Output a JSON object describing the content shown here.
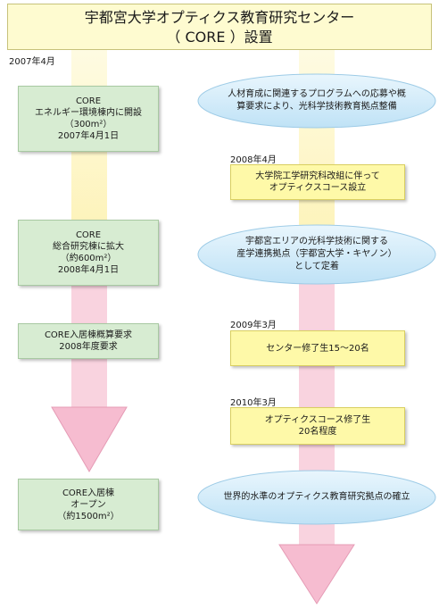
{
  "title": {
    "line1": "宇都宮大学オプティクス教育研究センター",
    "line2": "（ CORE ）設置"
  },
  "date_top": "2007年4月",
  "left": [
    {
      "lines": [
        "CORE",
        "エネルギー環境棟内に開設",
        "（300m²）",
        "2007年4月1日"
      ]
    },
    {
      "lines": [
        "CORE",
        "総合研究棟に拡大",
        "（約600m²）",
        "2008年4月1日"
      ]
    },
    {
      "lines": [
        "CORE入居棟概算要求",
        "2008年度要求"
      ]
    },
    {
      "lines": [
        "CORE入居棟",
        "オープン",
        "（約1500m²）"
      ]
    }
  ],
  "right": [
    {
      "lines": [
        "人材育成に関連するプログラムへの応募や概",
        "算要求により、光科学技術教育拠点整備"
      ]
    },
    {
      "date": "2008年4月",
      "lines": [
        "大学院工学研究科改組に伴って",
        "オプティクスコース設立"
      ]
    },
    {
      "lines": [
        "宇都宮エリアの光科学技術に関する",
        "産学連携拠点（宇都宮大学・キヤノン）",
        "として定着"
      ]
    },
    {
      "date": "2009年3月",
      "lines": [
        "センター修了生15～20名"
      ]
    },
    {
      "date": "2010年3月",
      "lines": [
        "オプティクスコース修了生",
        "20名程度"
      ]
    },
    {
      "lines": [
        "世界的水準のオプティクス教育研究拠点の確立"
      ]
    }
  ]
}
